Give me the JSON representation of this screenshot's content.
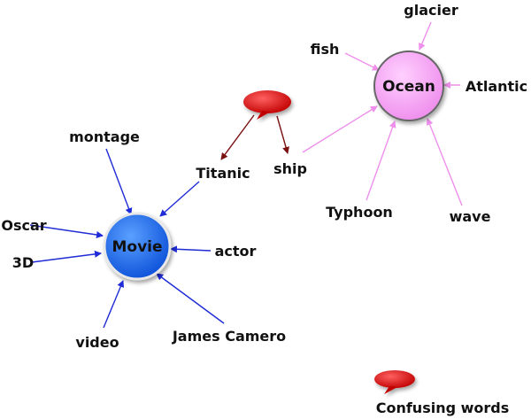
{
  "colors": {
    "movie_fill": "#1e6cf0",
    "movie_arrow": "#1f2bd6",
    "ocean_fill": "#f6a6f4",
    "ocean_arrow": "#ee90ec",
    "confusing_arrow": "#7a1212",
    "bubble": "#e0131b"
  },
  "movie": {
    "label": "Movie",
    "words": {
      "montage": "montage",
      "titanic": "Titanic",
      "oscar": "Oscar",
      "three_d": "3D",
      "actor": "actor",
      "video": "video",
      "james": "James Camero"
    }
  },
  "ocean": {
    "label": "Ocean",
    "words": {
      "glacier": "glacier",
      "fish": "fish",
      "atlantic": "Atlantic",
      "ship": "ship",
      "typhoon": "Typhoon",
      "wave": "wave"
    }
  },
  "legend": {
    "label": "Confusing words"
  }
}
